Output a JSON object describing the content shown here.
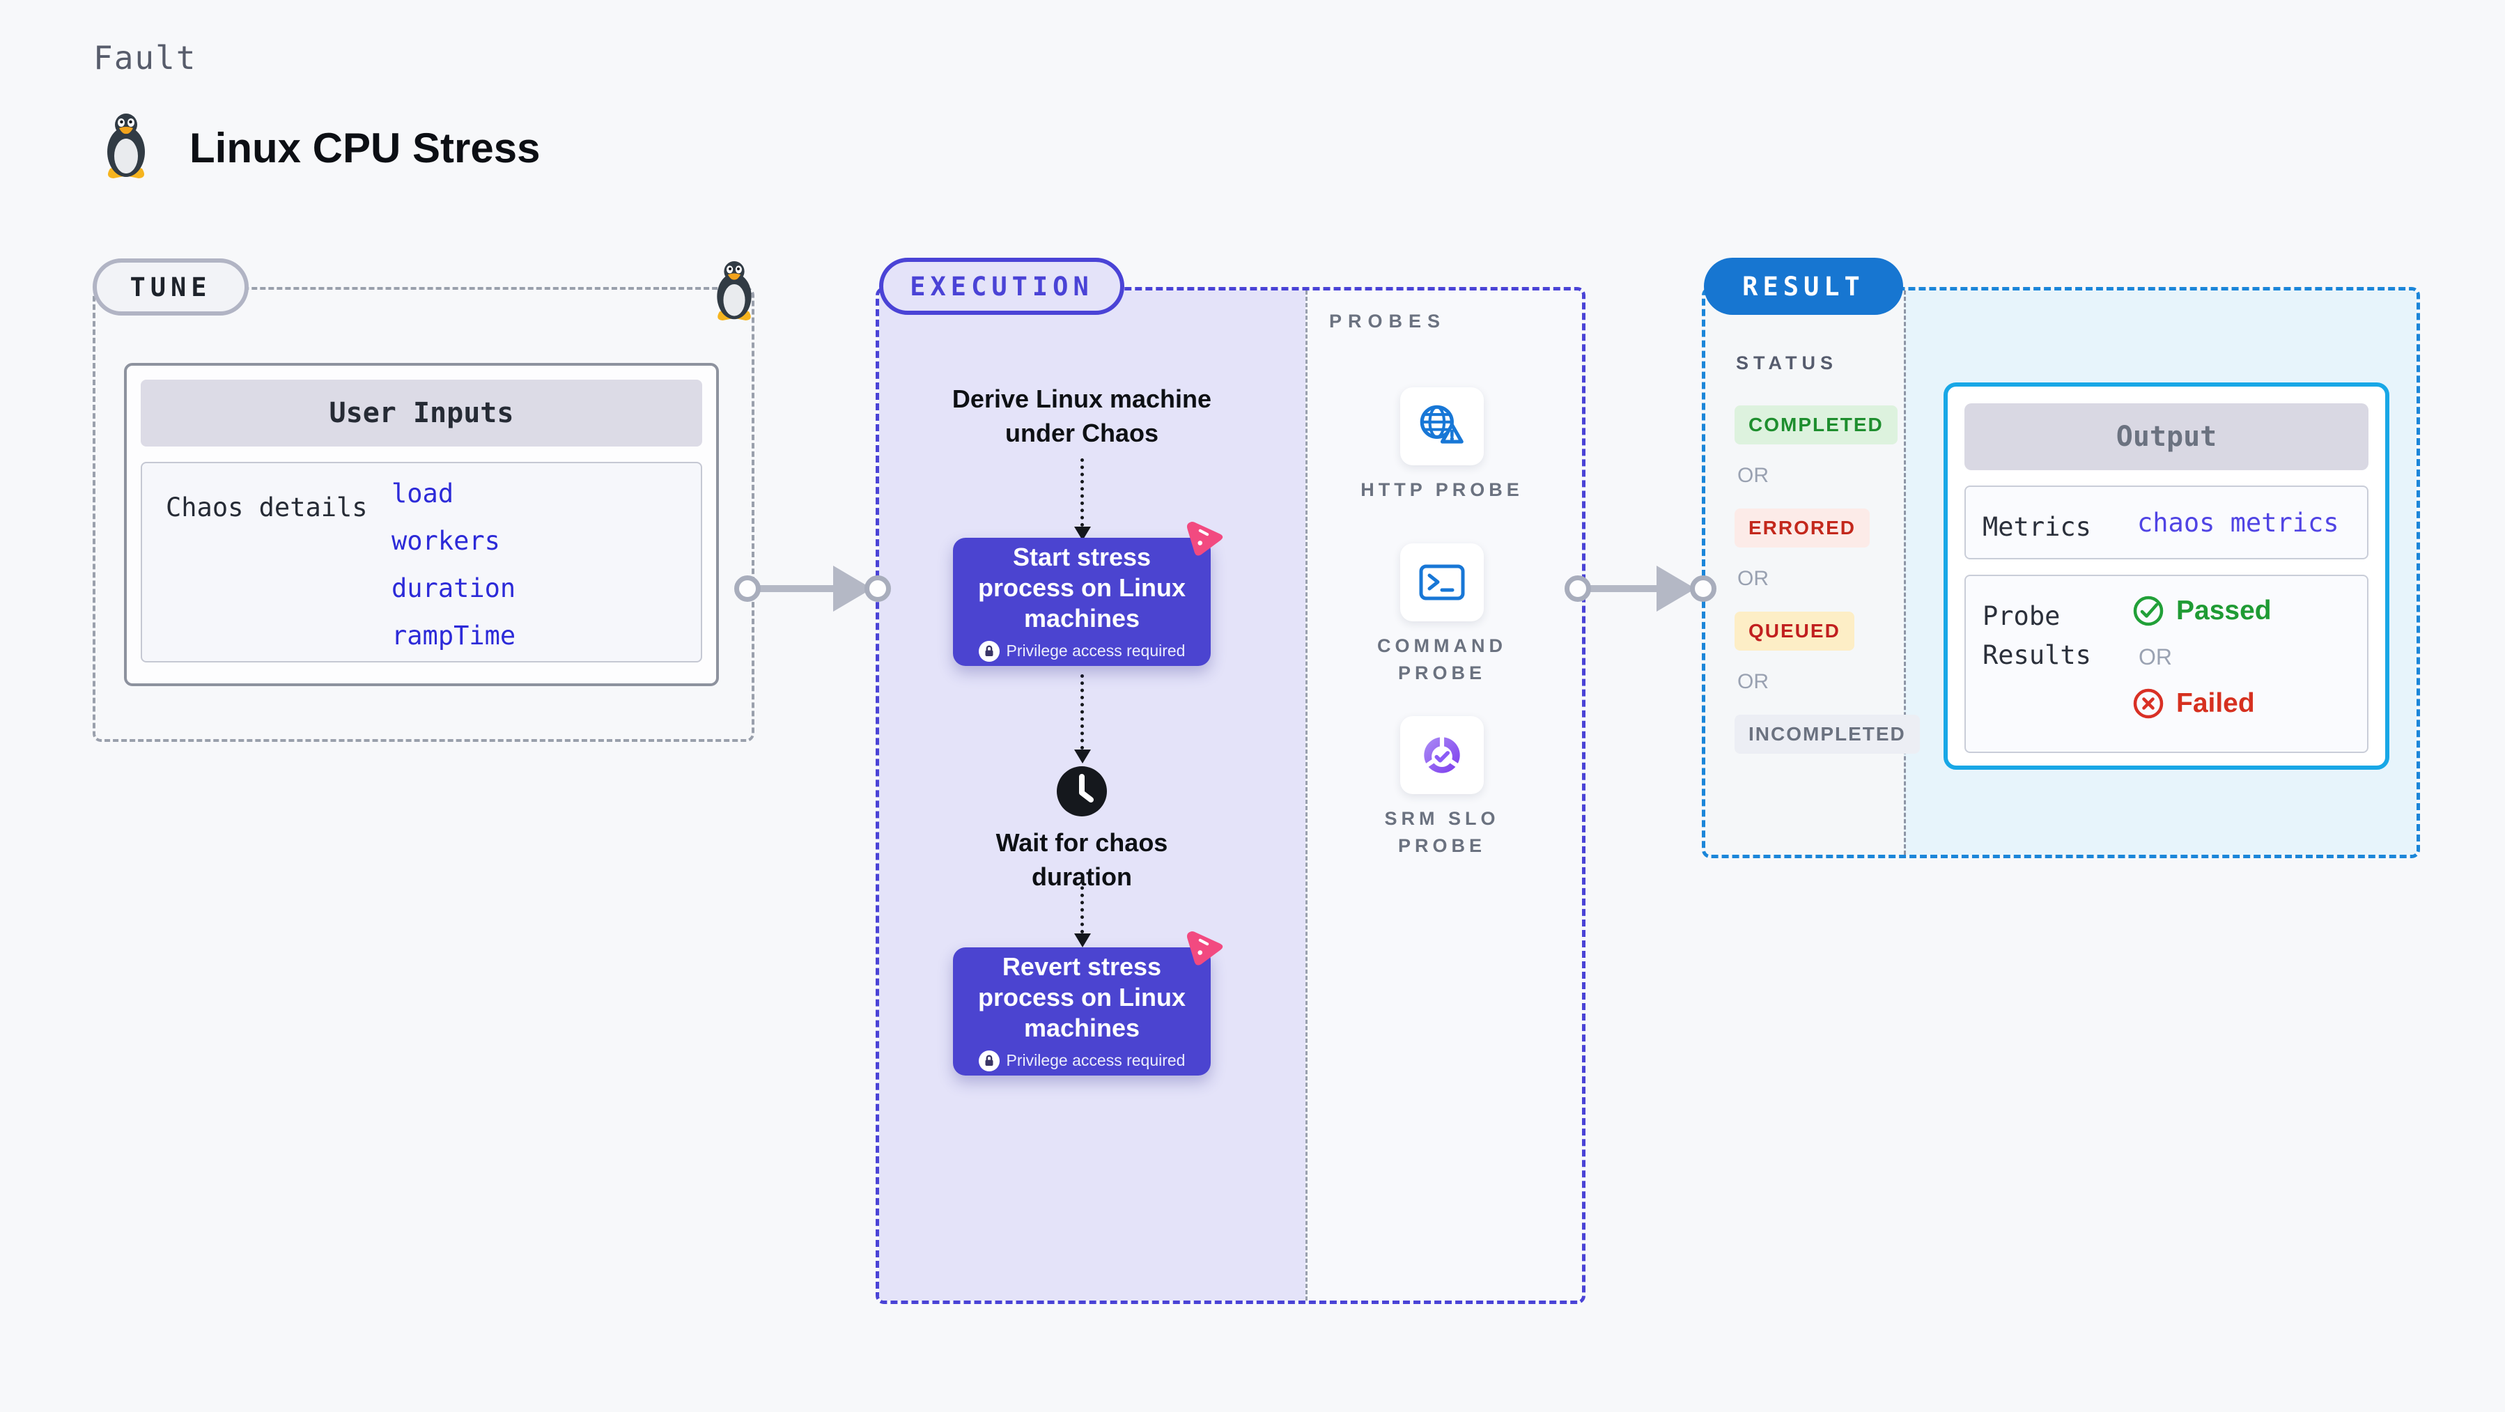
{
  "page": {
    "kicker": "Fault",
    "title": "Linux CPU Stress"
  },
  "colors": {
    "page_background": "#f7f8fa",
    "execution_accent": "#4a43d6",
    "execution_fill": "#e4e3f9",
    "action_box": "#4b44d0",
    "result_accent": "#1b86d9",
    "result_pill": "#1776d1",
    "result_fill": "#e7f4fb",
    "output_border": "#18a7e6",
    "chaos_badge_pink": "#f24a80",
    "link_blue": "#2c2ad8",
    "metrics_link_indigo": "#5044e4",
    "passed_green": "#1f9b34",
    "failed_red": "#d6301f",
    "completed_green": "#1e8e2e",
    "errored_red": "#c3281c",
    "queued_red": "#c11f1f",
    "incompleted_grey": "#6b7280",
    "probe_icon_blue": "#1877d6",
    "slo_purple": "#7c3aed"
  },
  "tune": {
    "label": "TUNE",
    "card_header": "User Inputs",
    "row_label": "Chaos details",
    "inputs": [
      "load",
      "workers",
      "duration",
      "rampTime"
    ]
  },
  "execution": {
    "label": "EXECUTION",
    "step1": "Derive Linux machine\nunder Chaos",
    "action1": {
      "title": "Start stress\nprocess on Linux\nmachines",
      "note": "Privilege access required"
    },
    "wait": "Wait for chaos\nduration",
    "action2": {
      "title": "Revert stress\nprocess on Linux\nmachines",
      "note": "Privilege access required"
    }
  },
  "probes": {
    "label": "PROBES",
    "items": [
      {
        "name": "HTTP PROBE",
        "icon": "globe-alert-icon"
      },
      {
        "name": "COMMAND\nPROBE",
        "icon": "terminal-icon"
      },
      {
        "name": "SRM SLO\nPROBE",
        "icon": "slo-gauge-icon"
      }
    ]
  },
  "result": {
    "label": "RESULT",
    "status_label": "STATUS",
    "or_label": "OR",
    "statuses": [
      {
        "label": "COMPLETED",
        "type": "completed"
      },
      {
        "label": "ERRORED",
        "type": "errored"
      },
      {
        "label": "QUEUED",
        "type": "queued"
      },
      {
        "label": "INCOMPLETED",
        "type": "incompleted"
      }
    ],
    "output": {
      "header": "Output",
      "metrics_label": "Metrics",
      "metrics_value": "chaos metrics",
      "probe_results_label": "Probe Results",
      "passed_label": "Passed",
      "or_label": "OR",
      "failed_label": "Failed"
    }
  }
}
